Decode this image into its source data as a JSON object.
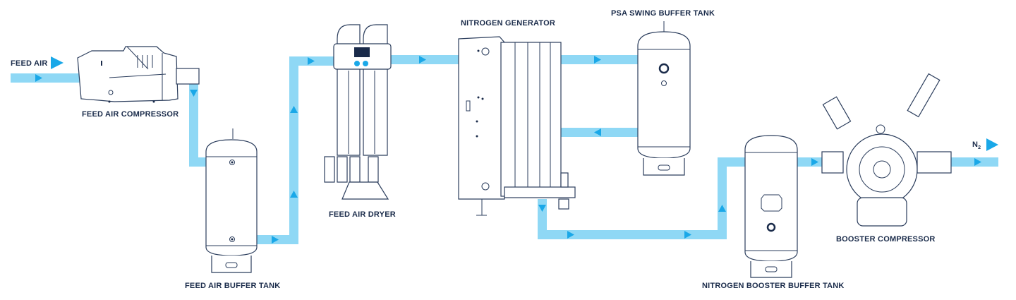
{
  "labels": {
    "feed_air": "FEED AIR",
    "feed_air_compressor": "FEED AIR COMPRESSOR",
    "feed_air_buffer_tank": "FEED AIR BUFFER TANK",
    "feed_air_dryer": "FEED AIR DRYER",
    "nitrogen_generator": "NITROGEN GENERATOR",
    "psa_swing_buffer_tank": "PSA SWING BUFFER TANK",
    "nitrogen_booster_buffer_tank": "NITROGEN BOOSTER BUFFER TANK",
    "booster_compressor": "BOOSTER COMPRESSOR",
    "n2_main": "N",
    "n2_sub": "2"
  },
  "colors": {
    "pipe": "#8fd8f5",
    "arrow": "#1aa8e8",
    "text": "#1a2b4a",
    "outline": "#2b3d5c"
  }
}
